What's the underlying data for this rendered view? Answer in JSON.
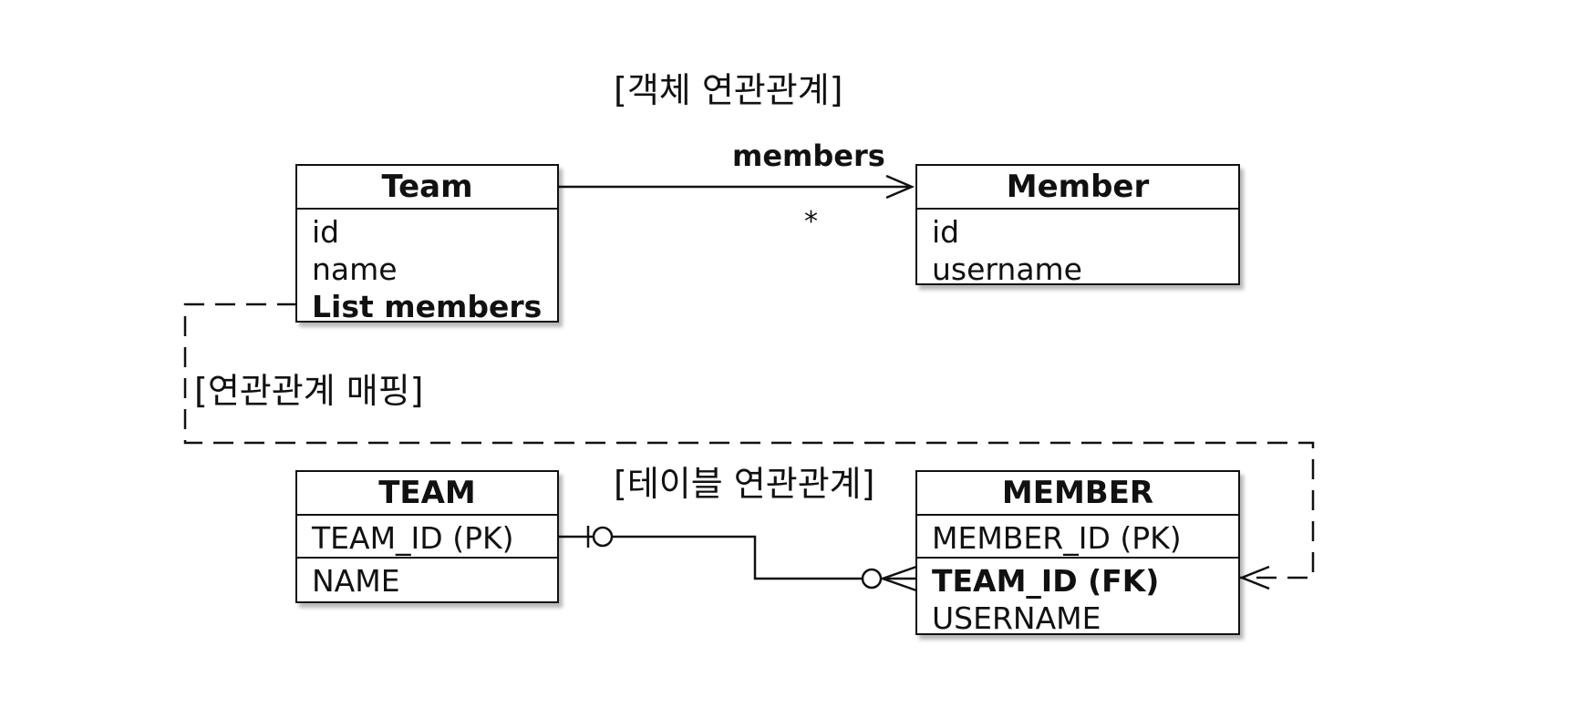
{
  "titles": {
    "object": "[객체 연관관계]",
    "mapping": "[연관관계 매핑]",
    "table": "[테이블 연관관계]"
  },
  "object_relation": {
    "label": "members",
    "multiplicity": "*"
  },
  "team_class": {
    "name": "Team",
    "fields": [
      "id",
      "name",
      "List members"
    ]
  },
  "member_class": {
    "name": "Member",
    "fields": [
      "id",
      "username"
    ]
  },
  "team_table": {
    "name": "TEAM",
    "pk": "TEAM_ID (PK)",
    "columns": [
      "NAME"
    ]
  },
  "member_table": {
    "name": "MEMBER",
    "pk": "MEMBER_ID (PK)",
    "fk": "TEAM_ID (FK)",
    "columns": [
      "USERNAME"
    ]
  }
}
